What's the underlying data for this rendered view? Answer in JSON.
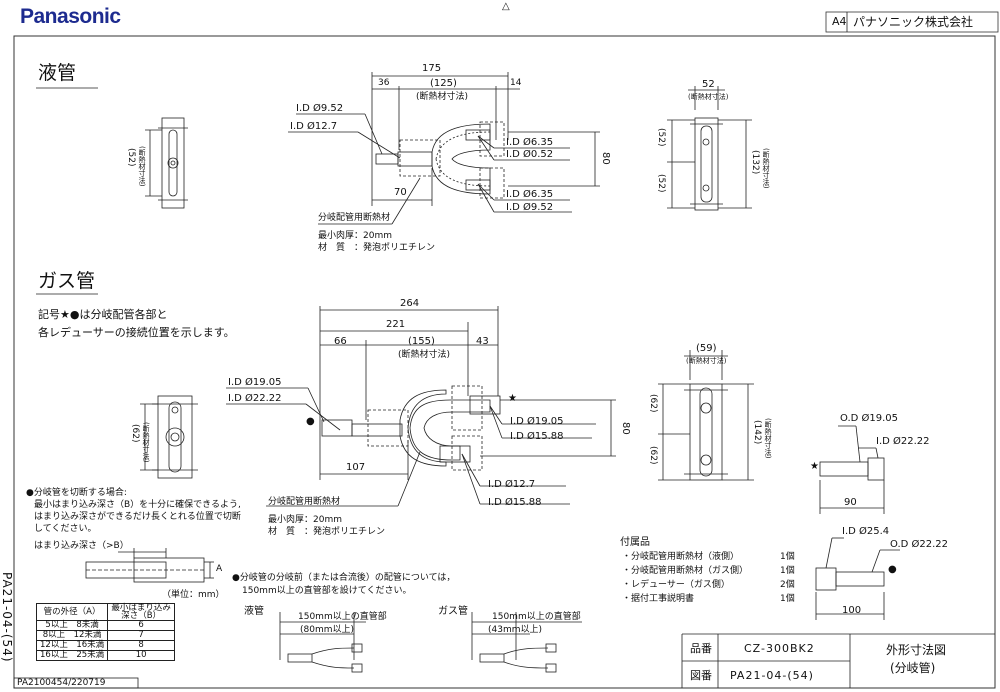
{
  "header": {
    "brand": "Panasonic",
    "top_mark": "△",
    "sheet": "A4",
    "company": "パナソニック株式会社"
  },
  "liquid": {
    "title": "液管",
    "d175": "175",
    "d36": "36",
    "d125": "(125)",
    "d14": "14",
    "insul": "(断熱材寸法)",
    "id952": "I.D Ø9.52",
    "id127": "I.D Ø12.7",
    "id635a": "I.D Ø6.35",
    "id952b": "I.D Ø0.52",
    "id635b": "I.D Ø6.35",
    "id952c": "I.D Ø9.52",
    "d80": "80",
    "d70": "70",
    "cover": "分岐配管用断熱材",
    "thick": "最小肉厚：20mm",
    "mat": "材　質　：発泡ポリエチレン",
    "side52": "(52)",
    "side_ins": "(断熱材寸法)",
    "r52": "52",
    "r_ins": "(断熱材寸法)",
    "r52a": "(52)",
    "r52b": "(52)",
    "r132": "(132)",
    "r_ins2": "(断熱材寸法)"
  },
  "gas": {
    "title": "ガス管",
    "note1": "記号★●は分岐配管各部と",
    "note2": "各レデューサーの接続位置を示します。",
    "d264": "264",
    "d221": "221",
    "d66": "66",
    "d155": "(155)",
    "d43": "43",
    "insul": "(断熱材寸法)",
    "id1905": "I.D Ø19.05",
    "id2222": "I.D Ø22.22",
    "id1905b": "I.D Ø19.05",
    "id1588": "I.D Ø15.88",
    "id127": "I.D Ø12.7",
    "id1588b": "I.D Ø15.88",
    "d80": "80",
    "d107": "107",
    "cover": "分岐配管用断熱材",
    "thick": "最小肉厚：20mm",
    "mat": "材　質　：発泡ポリエチレン",
    "side62": "(62)",
    "side_ins": "(断熱材寸法)",
    "r59": "(59)",
    "r_ins": "(断熱材寸法)",
    "r62a": "(62)",
    "r62b": "(62)",
    "r142": "(142)",
    "r_ins2": "(断熱材寸法)",
    "od1905": "O.D Ø19.05",
    "id2222r": "I.D Ø22.22",
    "d90": "90",
    "id254": "I.D Ø25.4",
    "od2222": "O.D Ø22.22",
    "d100": "100"
  },
  "cut": {
    "l1": "●分岐管を切断する場合:",
    "l2": "最小はまり込み深さ（B）を十分に確保できるよう,",
    "l3": "はまり込み深さができるだけ長くとれる位置で切断",
    "l4": "してください。",
    "depth": "はまり込み深さ（>B）",
    "a": "A",
    "unit": "（単位：mm）"
  },
  "table": {
    "h1": "管の外径（A）",
    "h2": "最小はまり込み深さ（B）",
    "rows": [
      {
        "a": "5以上　8未満",
        "b": "6"
      },
      {
        "a": "8以上　12未満",
        "b": "7"
      },
      {
        "a": "12以上　16未満",
        "b": "8"
      },
      {
        "a": "16以上　25未満",
        "b": "10"
      }
    ]
  },
  "branch": {
    "l1": "●分岐管の分岐前（または合流後）の配管については，",
    "l2": "150mm以上の直管部を設けてください。",
    "liq": "液管",
    "liq_d1": "150mm以上の直管部",
    "liq_d2": "(80mm以上)",
    "gas": "ガス管",
    "gas_d1": "150mm以上の直管部",
    "gas_d2": "(43mm以上)"
  },
  "accessories": {
    "title": "付属品",
    "items": [
      {
        "name": "・分岐配管用断熱材（液側）",
        "qty": "1個"
      },
      {
        "name": "・分岐配管用断熱材（ガス側）",
        "qty": "1個"
      },
      {
        "name": "・レデューサー（ガス側）",
        "qty": "2個"
      },
      {
        "name": "・据付工事説明書",
        "qty": "1個"
      }
    ]
  },
  "titleblock": {
    "l_part": "品番",
    "part": "CZ-300BK2",
    "l_dwg": "図番",
    "dwg": "PA21-04-(54)",
    "title1": "外形寸法図",
    "title2": "(分岐管)"
  },
  "margin": {
    "vertical": "PA21-04-(54)",
    "code": "PA2100454/220719"
  }
}
